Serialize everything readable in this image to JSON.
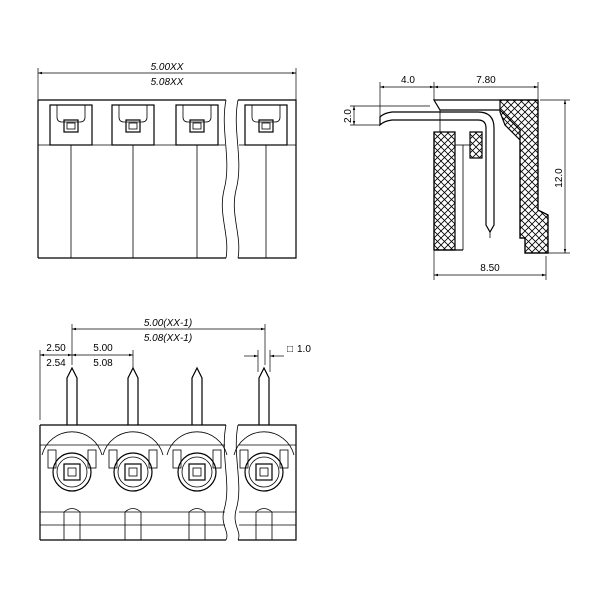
{
  "colors": {
    "line": "#000000",
    "background": "#ffffff"
  },
  "top_view": {
    "dim_pitch_a": "5.00XX",
    "dim_pitch_b": "5.08XX"
  },
  "side_view": {
    "dim_pin_offset": "4.0",
    "dim_top_length": "7.80",
    "dim_pin_height": "2.0",
    "dim_height": "12.0",
    "dim_depth": "8.50"
  },
  "front_view": {
    "dim_total_a": "5.00(XX-1)",
    "dim_total_b": "5.08(XX-1)",
    "dim_edge_a": "2.50",
    "dim_edge_b": "2.54",
    "dim_pitch_a": "5.00",
    "dim_pitch_b": "5.08",
    "dim_pin_square": "1.0",
    "pin_square_symbol": "□"
  }
}
